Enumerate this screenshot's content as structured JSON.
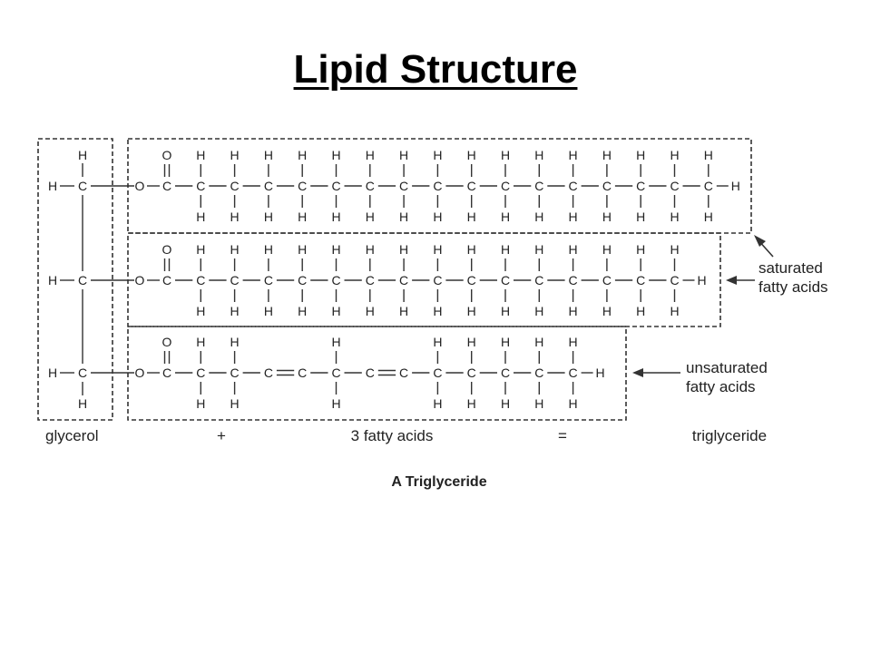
{
  "title": "Lipid Structure",
  "diagram": {
    "caption": "A Triglyceride",
    "bottom_labels": {
      "glycerol": "glycerol",
      "plus": "+",
      "fatty_acids": "3 fatty acids",
      "equals": "=",
      "triglyceride": "triglyceride"
    },
    "annotations": {
      "saturated": [
        "saturated",
        "fatty acids"
      ],
      "unsaturated": [
        "unsaturated",
        "fatty acids"
      ]
    },
    "atoms": {
      "carbon": "C",
      "hydrogen": "H",
      "oxygen": "O"
    },
    "glycerol_rows": 3,
    "chains": [
      {
        "kind": "saturated",
        "carbons_after_carbonyl": 16,
        "double_bond_after": []
      },
      {
        "kind": "saturated",
        "carbons_after_carbonyl": 15,
        "double_bond_after": []
      },
      {
        "kind": "unsaturated",
        "carbons_after_carbonyl": 12,
        "double_bond_after": [
          3,
          6
        ]
      }
    ]
  }
}
